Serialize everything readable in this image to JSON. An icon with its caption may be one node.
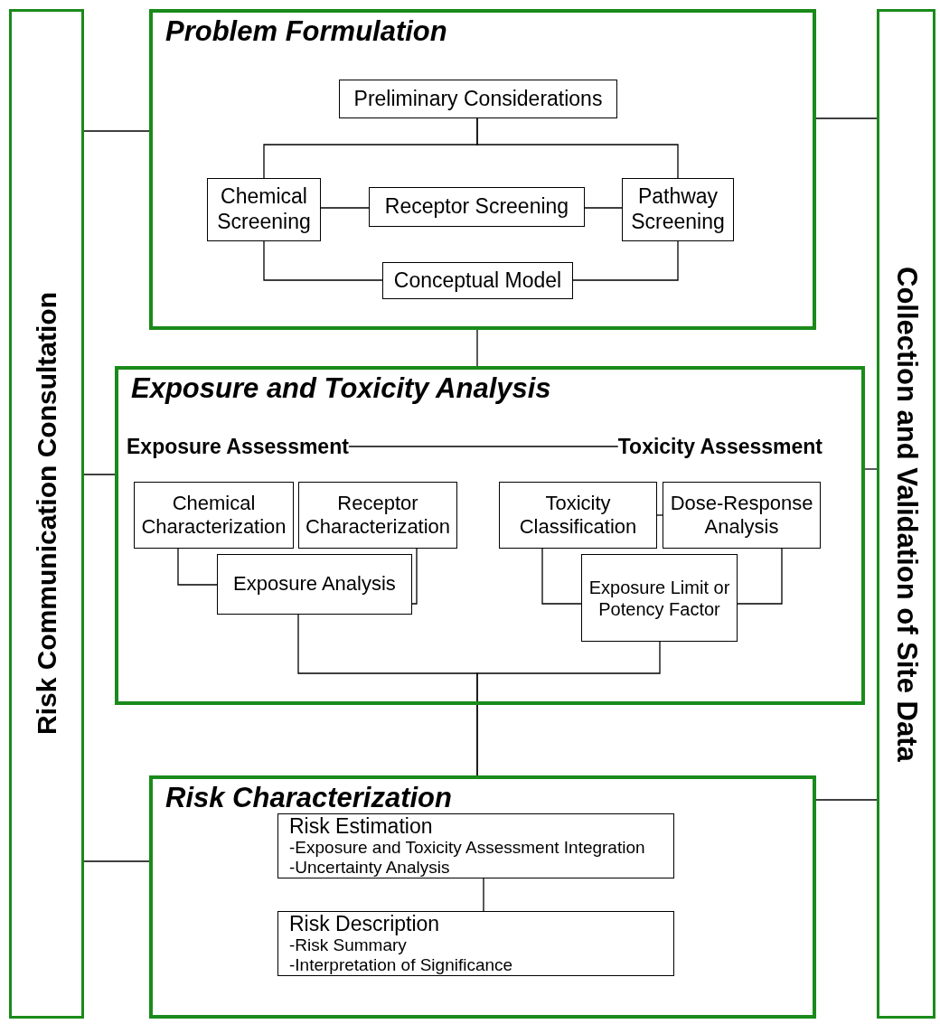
{
  "diagram": {
    "nodes": [
      {
        "text": [
          "Risk Communication Consultation"
        ]
      },
      {
        "text": [
          "Problem Formulation"
        ]
      },
      {
        "text": [
          "Preliminary Considerations"
        ],
        "in": 1
      },
      {
        "text": [
          "Chemical Screening"
        ],
        "in": 1
      },
      {
        "text": [
          "Receptor Screening"
        ],
        "in": 1
      },
      {
        "text": [
          "Pathway Screening"
        ],
        "in": 1
      },
      {
        "text": [
          "Conceptual Model"
        ],
        "in": 1
      },
      {
        "text": [
          "Exposure and Toxicity Analysis"
        ]
      },
      {
        "text": [
          "Exposure Assessment"
        ],
        "in": 7
      },
      {
        "text": [
          "Toxicity Assessment"
        ],
        "in": 7
      },
      {
        "text": [
          "Chemical Characterization"
        ],
        "in": 7
      },
      {
        "text": [
          "Receptor Characterization"
        ],
        "in": 7
      },
      {
        "text": [
          "Toxicity Classification"
        ],
        "in": 7
      },
      {
        "text": [
          "Dose-Response Analysis"
        ],
        "in": 7
      },
      {
        "text": [
          "Exposure Analysis"
        ],
        "in": 7
      },
      {
        "text": [
          "Exposure Limit or Potency Factor"
        ],
        "in": 7
      },
      {
        "text": [
          "Risk Characterization"
        ]
      },
      {
        "text": [
          "Risk Estimation",
          "-Exposure and Toxicity Assessment Integration",
          "-Uncertainty Analysis"
        ],
        "in": 16
      },
      {
        "text": [
          "Risk Description",
          "-Risk Summary",
          "-Interpretation of Significance"
        ],
        "in": 16
      },
      {
        "text": [
          "Collection and Validation of Site Data"
        ]
      }
    ],
    "edges": [
      {
        "from": 0,
        "to": 1,
        "arrow": "none"
      },
      {
        "from": 0,
        "to": 7,
        "arrow": "none"
      },
      {
        "from": 0,
        "to": 16,
        "arrow": "none"
      },
      {
        "from": 1,
        "to": 19,
        "arrow": "none"
      },
      {
        "from": 7,
        "to": 19,
        "arrow": "none"
      },
      {
        "from": 16,
        "to": 19,
        "arrow": "none"
      },
      {
        "from": 2,
        "to": 3,
        "arrow": "none"
      },
      {
        "from": 2,
        "to": 5,
        "arrow": "none"
      },
      {
        "from": 3,
        "to": 4,
        "arrow": "none"
      },
      {
        "from": 4,
        "to": 5,
        "arrow": "none"
      },
      {
        "from": 3,
        "to": 6,
        "arrow": "none"
      },
      {
        "from": 5,
        "to": 6,
        "arrow": "none"
      },
      {
        "from": 1,
        "to": 7,
        "arrow": "none"
      },
      {
        "from": 8,
        "to": 9,
        "arrow": "none"
      },
      {
        "from": 10,
        "to": 14,
        "arrow": "none"
      },
      {
        "from": 11,
        "to": 14,
        "arrow": "none"
      },
      {
        "from": 12,
        "to": 15,
        "arrow": "none"
      },
      {
        "from": 13,
        "to": 15,
        "arrow": "none"
      },
      {
        "from": 12,
        "to": 13,
        "arrow": "none"
      },
      {
        "from": 14,
        "to": 16,
        "arrow": "none"
      },
      {
        "from": 15,
        "to": 16,
        "arrow": "none"
      },
      {
        "from": 17,
        "to": 18,
        "arrow": "none"
      }
    ]
  }
}
